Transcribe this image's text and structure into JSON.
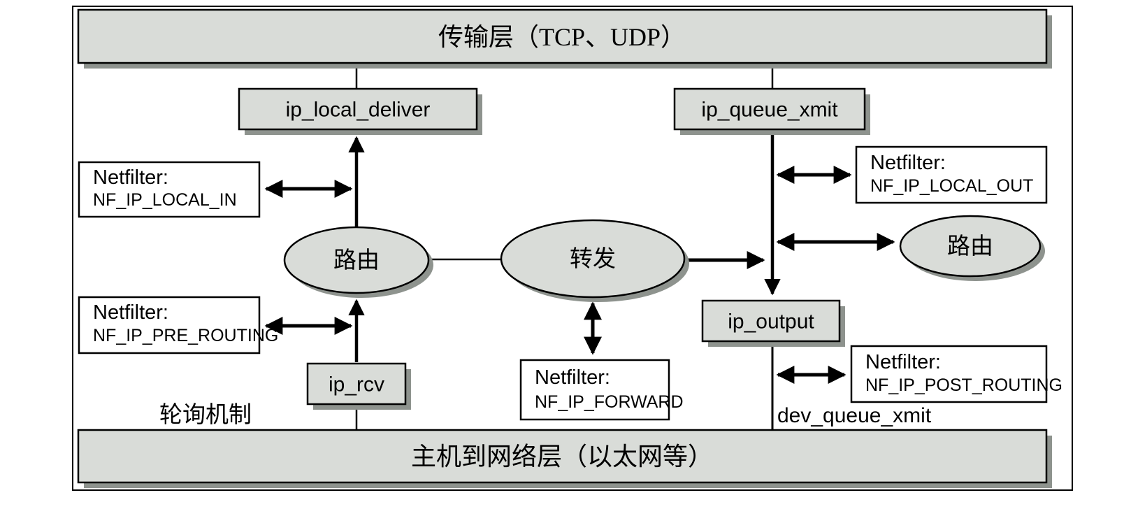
{
  "diagram": {
    "layers": {
      "transport": "传输层（TCP、UDP）",
      "link": "主机到网络层（以太网等）"
    },
    "boxes": {
      "ip_local_deliver": "ip_local_deliver",
      "ip_queue_xmit": "ip_queue_xmit",
      "ip_output": "ip_output",
      "ip_rcv": "ip_rcv"
    },
    "ellipses": {
      "route_left": "路由",
      "forward": "转发",
      "route_right": "路由"
    },
    "netfilter": {
      "title": "Netfilter:",
      "hooks": {
        "local_in": "NF_IP_LOCAL_IN",
        "local_out": "NF_IP_LOCAL_OUT",
        "pre_routing": "NF_IP_PRE_ROUTING",
        "forward": "NF_IP_FORWARD",
        "post_routing": "NF_IP_POST_ROUTING"
      }
    },
    "labels": {
      "polling": "轮询机制",
      "dev_queue_xmit": "dev_queue_xmit"
    },
    "colors": {
      "fill_gray": "#d9dcd8",
      "shadow_gray": "#8e938e",
      "stroke": "#000000",
      "background": "#ffffff"
    }
  }
}
